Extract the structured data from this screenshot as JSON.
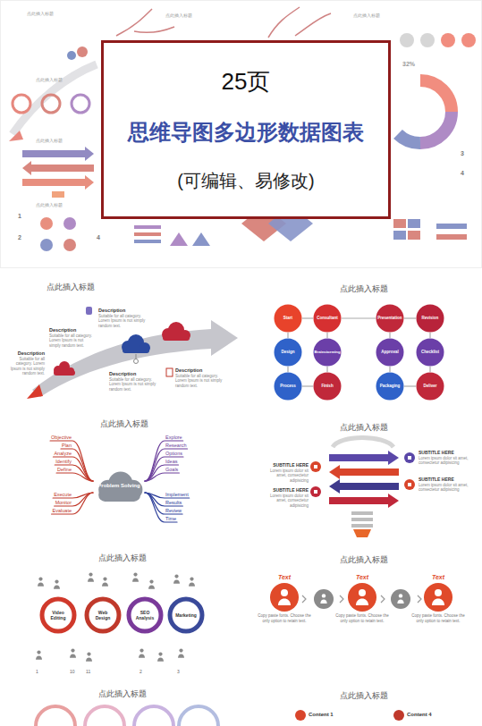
{
  "diagram": {
    "nodes": [
      {
        "text": [
          "25页",
          "思维导图多边形数据图表",
          "(可编辑、易修改)"
        ]
      },
      {
        "text": [
          "Start"
        ]
      },
      {
        "text": [
          "Consultant"
        ]
      },
      {
        "text": [
          "Presentation"
        ]
      },
      {
        "text": [
          "Revision"
        ]
      },
      {
        "text": [
          "Design"
        ]
      },
      {
        "text": [
          "Brainstorming"
        ]
      },
      {
        "text": [
          "Approval"
        ]
      },
      {
        "text": [
          "Checklist"
        ]
      },
      {
        "text": [
          "Process"
        ]
      },
      {
        "text": [
          "Finish"
        ]
      },
      {
        "text": [
          "Packaging"
        ]
      },
      {
        "text": [
          "Deliver"
        ]
      },
      {
        "text": [
          "Problem Solving"
        ]
      },
      {
        "text": [
          "Video Editing"
        ]
      },
      {
        "text": [
          "Web Design"
        ]
      },
      {
        "text": [
          "SEO Analysis"
        ]
      },
      {
        "text": [
          "Marketing"
        ]
      },
      {
        "text": [
          "Text",
          "Copy paste fonts. Choose the only option to retain text."
        ]
      },
      {
        "text": [
          "Text",
          "Copy paste fonts. Choose the only option to retain text."
        ]
      },
      {
        "text": [
          "Text",
          "Copy paste fonts. Choose the only option to retain text."
        ]
      }
    ],
    "edges": [
      {
        "from": 1,
        "to": 2,
        "arrow": "none"
      },
      {
        "from": 2,
        "to": 3,
        "arrow": "none"
      },
      {
        "from": 3,
        "to": 4,
        "arrow": "none"
      },
      {
        "from": 1,
        "to": 5,
        "arrow": "none"
      },
      {
        "from": 2,
        "to": 6,
        "arrow": "none"
      },
      {
        "from": 3,
        "to": 7,
        "arrow": "none"
      },
      {
        "from": 4,
        "to": 8,
        "arrow": "none"
      },
      {
        "from": 5,
        "to": 9,
        "arrow": "none"
      },
      {
        "from": 6,
        "to": 10,
        "arrow": "none"
      },
      {
        "from": 7,
        "to": 11,
        "arrow": "none"
      },
      {
        "from": 8,
        "to": 12,
        "arrow": "none"
      },
      {
        "from": 9,
        "to": 10,
        "arrow": "none"
      },
      {
        "from": 11,
        "to": 12,
        "arrow": "none"
      }
    ],
    "labels": [
      "点此插入标题",
      "点此插入标题",
      "点此插入标题",
      "点此插入标题",
      "点此插入标题",
      "点此插入标题",
      "1",
      "2",
      "4",
      "3",
      "4",
      "32%",
      "点此插入标题",
      "点此插入标题",
      "点此插入标题",
      "点此插入标题",
      "点此插入标题",
      "点此插入标题",
      "点此插入标题",
      "点此插入标题",
      "Description",
      "Suitable for all category. Lorem Ipsum is not simply random text.",
      "Description",
      "Suitable for all category. Lorem Ipsum is not simply random text.",
      "Description",
      "Suitable for all category. Lorem Ipsum is not simply random text.",
      "Description",
      "Suitable for all category. Lorem Ipsum is not simply random text.",
      "Description",
      "Suitable for all category. Lorem Ipsum is not simply random text.",
      "Objective",
      "Plan",
      "Analyze",
      "Identify",
      "Define",
      "Explore",
      "Research",
      "Options",
      "Ideas",
      "Goals",
      "Execute",
      "Monitor",
      "Evaluate",
      "Implement",
      "Results",
      "Review",
      "Time",
      "SUBTITLE HERE",
      "Lorem ipsum dolor sit amet, consectetur adipisicing",
      "SUBTITLE HERE",
      "Lorem ipsum dolor sit amet, consectetur adipisicing",
      "SUBTITLE HERE",
      "Lorem ipsum dolor sit amet, consectetur adipisicing",
      "SUBTITLE HERE",
      "Lorem ipsum dolor sit amet, consectetur adipisicing",
      "1",
      "10",
      "11",
      "2",
      "3",
      "Content 1",
      "Content 4"
    ]
  }
}
